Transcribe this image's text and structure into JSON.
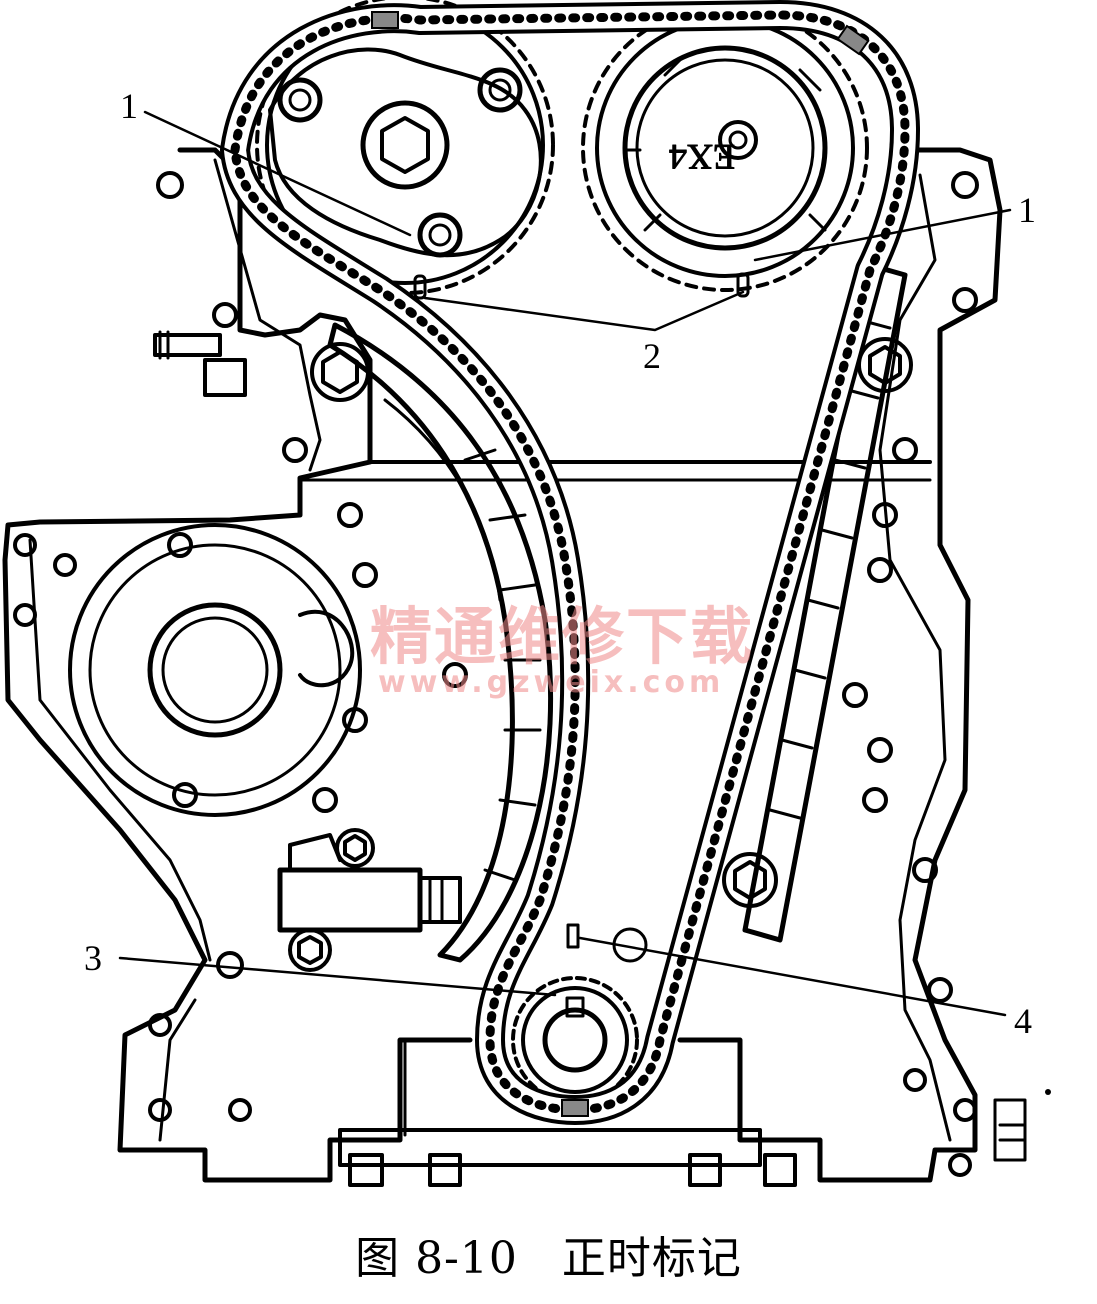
{
  "figure": {
    "caption_number": "图 8-10",
    "caption_title": "正时标记"
  },
  "callouts": [
    {
      "id": "1a",
      "text": "1"
    },
    {
      "id": "1b",
      "text": "1"
    },
    {
      "id": "2",
      "text": "2"
    },
    {
      "id": "3",
      "text": "3"
    },
    {
      "id": "4",
      "text": "4"
    }
  ],
  "sprocket_stamp": "EX4",
  "watermark": {
    "title": "精通维修下载",
    "url": "www.gzweix.com"
  }
}
